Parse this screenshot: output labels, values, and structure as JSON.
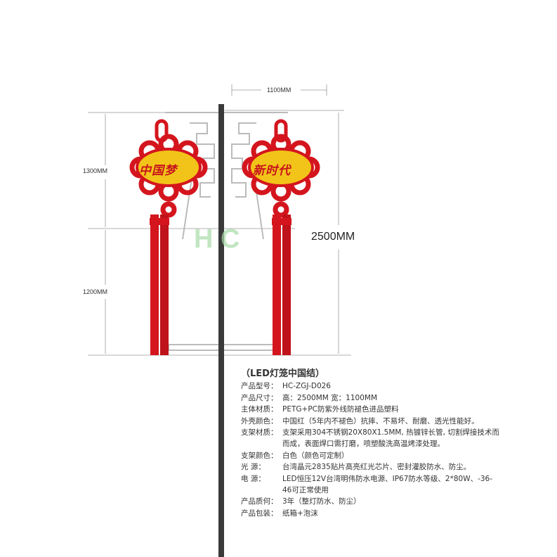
{
  "dimensions": {
    "width_top": "1100MM",
    "height_upper": "1300MM",
    "height_lower": "1200MM",
    "height_total": "2500MM"
  },
  "lanterns": [
    {
      "text": "中国梦"
    },
    {
      "text": "新时代"
    }
  ],
  "watermark": {
    "logo": "HC"
  },
  "colors": {
    "red": "#d4151d",
    "yellow": "#f2c419",
    "pole": "#3a3a3a"
  },
  "specs": {
    "title": "（LED灯笼中国结）",
    "rows": [
      {
        "label": "产品型号：",
        "value": "HC-ZGJ-D026"
      },
      {
        "label": "产品尺寸：",
        "value": "高：2500MM  宽：1100MM"
      },
      {
        "label": "主体材质：",
        "value": "PETG+PC防紫外线防褪色进品塑料"
      },
      {
        "label": "外壳颜色：",
        "value": "中国红（5年内不褪色）抗摔、不易坏、耐磨、透光性能好。"
      },
      {
        "label": "支架材质：",
        "value": "支架采用304不锈钢20X80X1.5MM, 热镀锌长管, 切割焊接技术而而成，表面焊口需打磨，喷塑酸洗高温烤漆处理。"
      },
      {
        "label": "支架颜色：",
        "value": "白色（颜色可定制）"
      },
      {
        "label": "光    源：",
        "value": "台湾晶元2835贴片高亮红光芯片、密封灌胶防水、防尘。"
      },
      {
        "label": "电    源：",
        "value": "LED恒压12V台湾明伟防水电源、IP67防水等级、2*80W、-36-46可正常使用"
      },
      {
        "label": "产品质何：",
        "value": "3年（整灯防水、防尘）"
      },
      {
        "label": "产品包装：",
        "value": "纸箱+泡沫"
      }
    ]
  }
}
